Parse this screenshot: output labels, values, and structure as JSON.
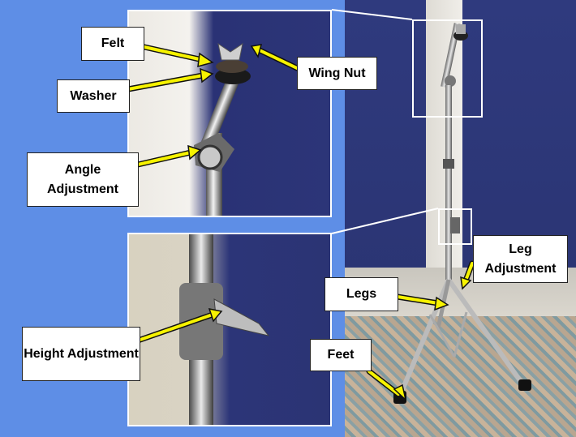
{
  "labels": {
    "felt": "Felt",
    "wing_nut": "Wing Nut",
    "washer": "Washer",
    "angle_adjustment": "Angle Adjustment",
    "height_adjustment": "Height Adjustment",
    "leg_adjustment": "Leg Adjustment",
    "legs": "Legs",
    "feet": "Feet"
  },
  "colors": {
    "background": "#5e8ee6",
    "arrow": "#f7f300",
    "frame": "#ffffff"
  }
}
